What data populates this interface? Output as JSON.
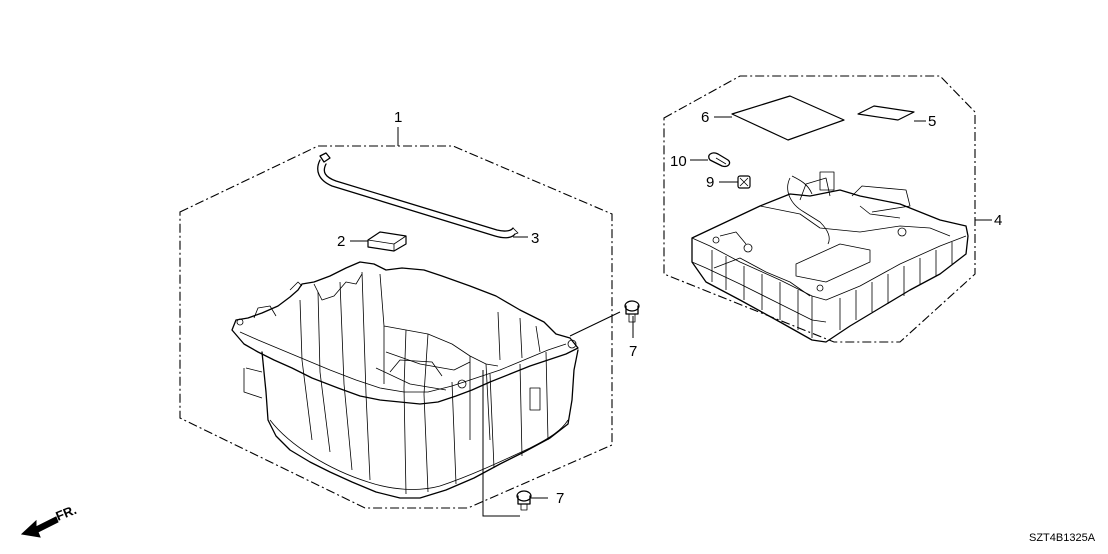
{
  "diagram": {
    "callouts": {
      "c1": "1",
      "c2": "2",
      "c3": "3",
      "c4": "4",
      "c5": "5",
      "c6": "6",
      "c7a": "7",
      "c7b": "7",
      "c9": "9",
      "c10": "10"
    },
    "direction_label": "FR.",
    "diagram_code": "SZT4B1325A"
  }
}
